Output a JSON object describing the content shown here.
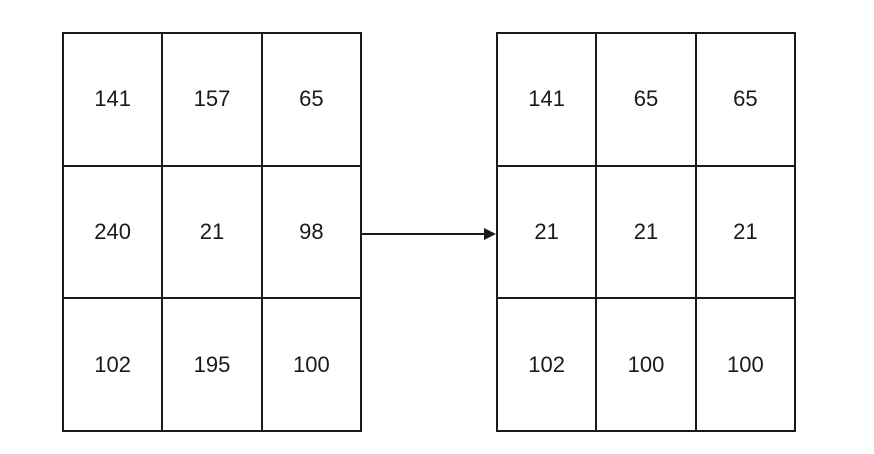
{
  "input_matrix": {
    "rows": [
      [
        "141",
        "157",
        "65"
      ],
      [
        "240",
        "21",
        "98"
      ],
      [
        "102",
        "195",
        "100"
      ]
    ]
  },
  "output_matrix": {
    "rows": [
      [
        "141",
        "65",
        "65"
      ],
      [
        "21",
        "21",
        "21"
      ],
      [
        "102",
        "100",
        "100"
      ]
    ]
  }
}
